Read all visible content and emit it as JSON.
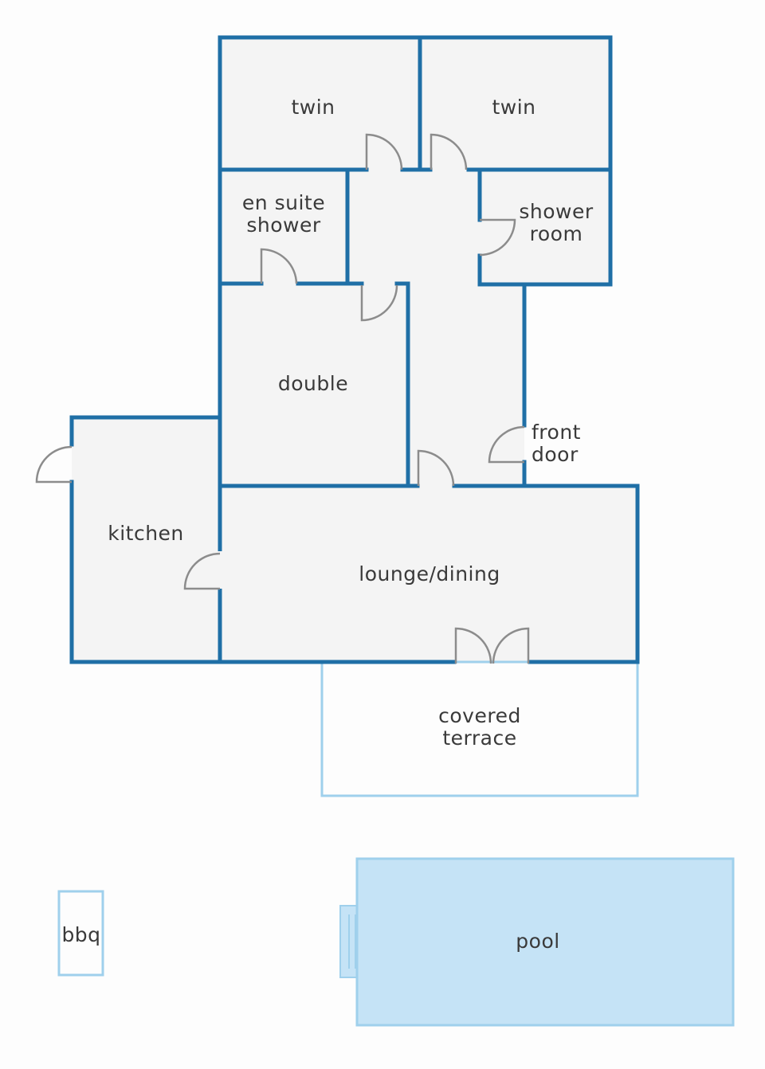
{
  "colors": {
    "wall": "#1f6fa6",
    "floor": "#f4f4f4",
    "outdoor_outline": "#9fd0ec",
    "pool_fill": "#c5e3f6",
    "door": "#8c8c8c",
    "background": "#fdfdfd"
  },
  "rooms": {
    "twin_left": "twin",
    "twin_right": "twin",
    "en_suite_line1": "en suite",
    "en_suite_line2": "shower",
    "shower_room_line1": "shower",
    "shower_room_line2": "room",
    "double": "double",
    "front_door_line1": "front",
    "front_door_line2": "door",
    "kitchen": "kitchen",
    "lounge_dining": "lounge/dining",
    "terrace_line1": "covered",
    "terrace_line2": "terrace",
    "bbq": "bbq",
    "pool": "pool"
  }
}
